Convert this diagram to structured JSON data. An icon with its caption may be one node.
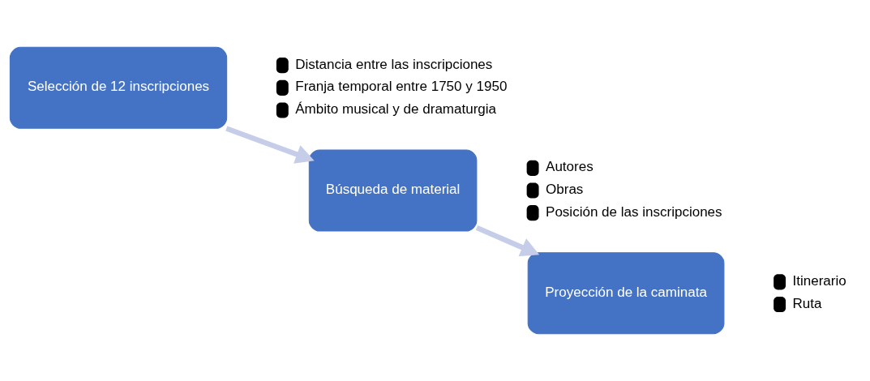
{
  "diagram": {
    "nodes": [
      {
        "text": [
          "Selección de 12 inscripciones"
        ],
        "beside": [
          "Distancia entre las inscripciones",
          "Franja temporal entre 1750 y 1950",
          "Ámbito musical y de dramaturgia"
        ]
      },
      {
        "text": [
          "Búsqueda de material"
        ],
        "beside": [
          "Autores",
          "Obras",
          "Posición de las inscripciones"
        ]
      },
      {
        "text": [
          "Proyección de la caminata"
        ],
        "beside": [
          "Itinerario",
          "Ruta"
        ]
      }
    ],
    "edges": [
      {
        "from": 0,
        "to": 1,
        "arrow": "to"
      },
      {
        "from": 1,
        "to": 2,
        "arrow": "to"
      }
    ]
  }
}
